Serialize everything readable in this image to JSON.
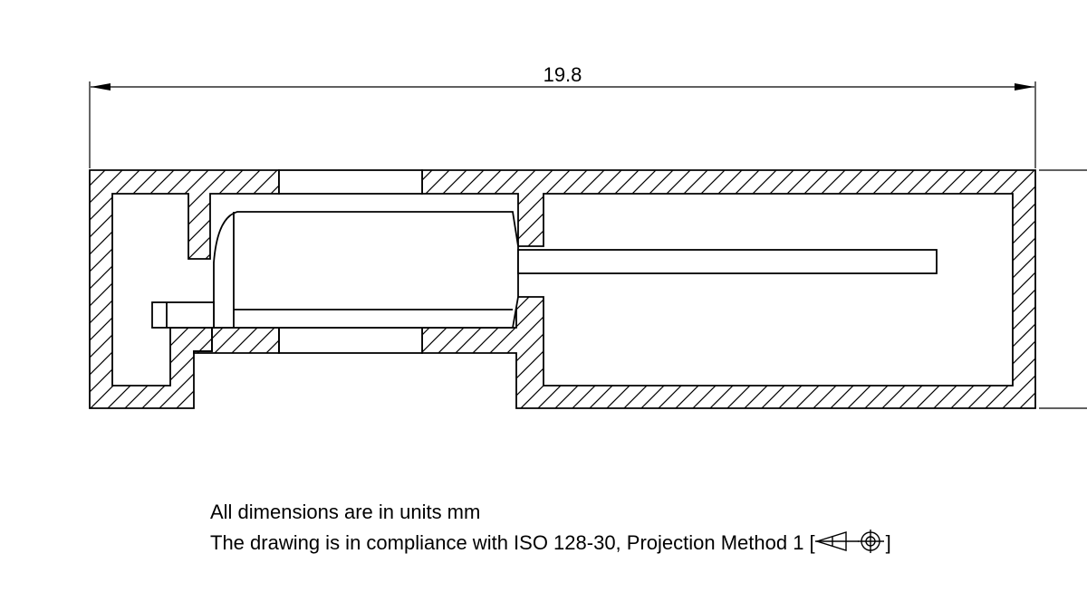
{
  "dimension": {
    "overall_width": "19.8"
  },
  "notes": {
    "units": "All dimensions are in units mm",
    "compliance": "The drawing is in compliance with ISO 128-30, Projection Method 1 [",
    "compliance_end": "]"
  },
  "icons": {
    "projection_symbol": "first-angle-projection-icon"
  },
  "colors": {
    "line": "#000000",
    "background": "#ffffff"
  }
}
